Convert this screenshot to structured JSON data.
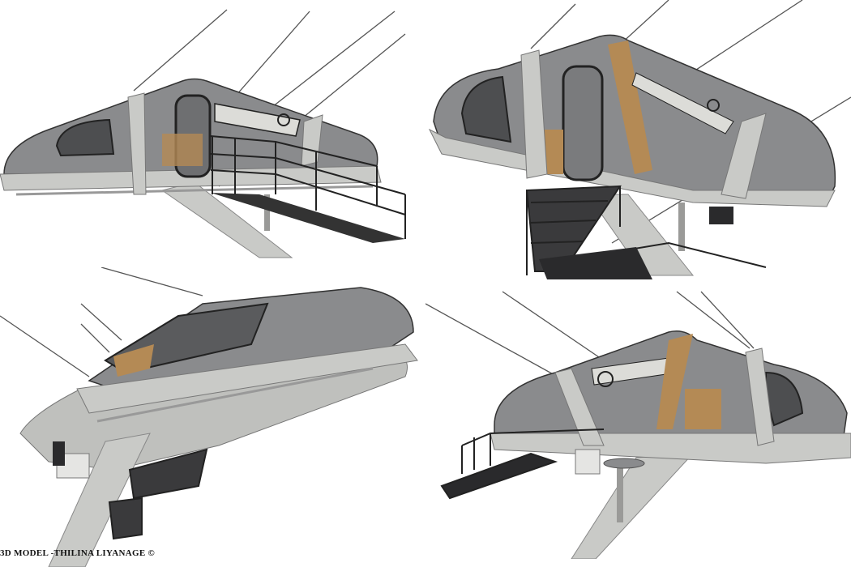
{
  "credit": "3D MODEL -THILINA LIYANAGE ©",
  "colors": {
    "concrete": "#c9cac7",
    "concrete_dark": "#a9aaa6",
    "glass": "#7d7e80",
    "glass_dark": "#5a5b5d",
    "frame": "#2a2a2c",
    "wood": "#b48a55",
    "cable": "#555555"
  },
  "views": [
    "render-view-side",
    "render-view-front-stairs",
    "render-view-below",
    "render-view-rear"
  ]
}
